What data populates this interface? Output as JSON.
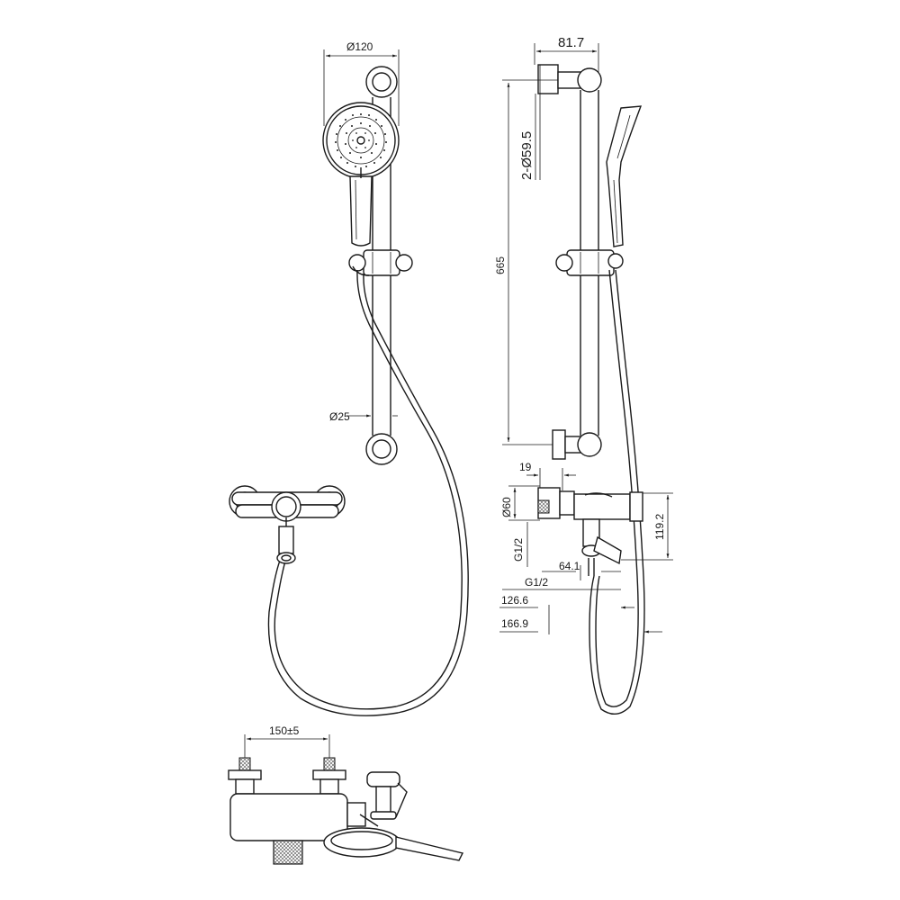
{
  "drawing": {
    "dimensions": {
      "head_diameter": "Ø120",
      "rail_diameter": "Ø25",
      "offset_81_7": "81.7",
      "bracket_dia": "2-Ø59.5",
      "rail_length": "665",
      "dim_19": "19",
      "dim_60": "Ø60",
      "thread_g12_v": "G1/2",
      "dim_64_1": "64.1",
      "thread_g12_h": "G1/2",
      "dim_126_6": "126.6",
      "dim_166_9": "166.9",
      "dim_119_2": "119.2",
      "dim_150": "150±5"
    }
  }
}
